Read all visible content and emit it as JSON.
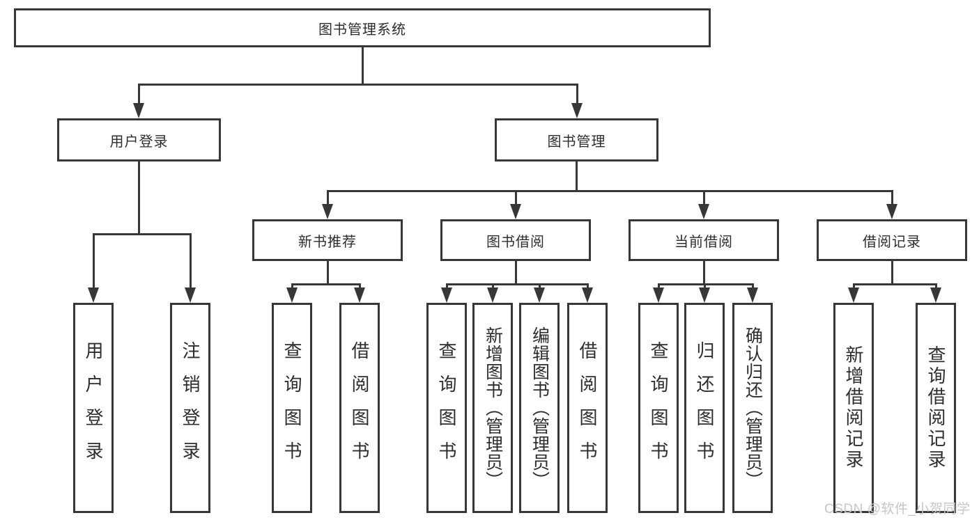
{
  "tree": {
    "label": "图书管理系统",
    "children": [
      {
        "label": "用户登录",
        "children": [
          {
            "label": "用户登录"
          },
          {
            "label": "注销登录"
          }
        ]
      },
      {
        "label": "图书管理",
        "children": [
          {
            "label": "新书推荐",
            "children": [
              {
                "label": "查询图书"
              },
              {
                "label": "借阅图书"
              }
            ]
          },
          {
            "label": "图书借阅",
            "children": [
              {
                "label": "查询图书"
              },
              {
                "label": "新增图书（管理员）"
              },
              {
                "label": "编辑图书（管理员）"
              },
              {
                "label": "借阅图书"
              }
            ]
          },
          {
            "label": "当前借阅",
            "children": [
              {
                "label": "查询图书"
              },
              {
                "label": "归还图书"
              },
              {
                "label": "确认归还（管理员）"
              }
            ]
          },
          {
            "label": "借阅记录",
            "children": [
              {
                "label": "新增借阅记录"
              },
              {
                "label": "查询借阅记录"
              }
            ]
          }
        ]
      }
    ]
  },
  "watermark": {
    "text": "CSDN @软件_小贺同学"
  },
  "colors": {
    "line": "#373737",
    "box_border": "#373737",
    "text": "#2d2d2d",
    "watermark": "#c6c6c6",
    "background": "#ffffff"
  }
}
